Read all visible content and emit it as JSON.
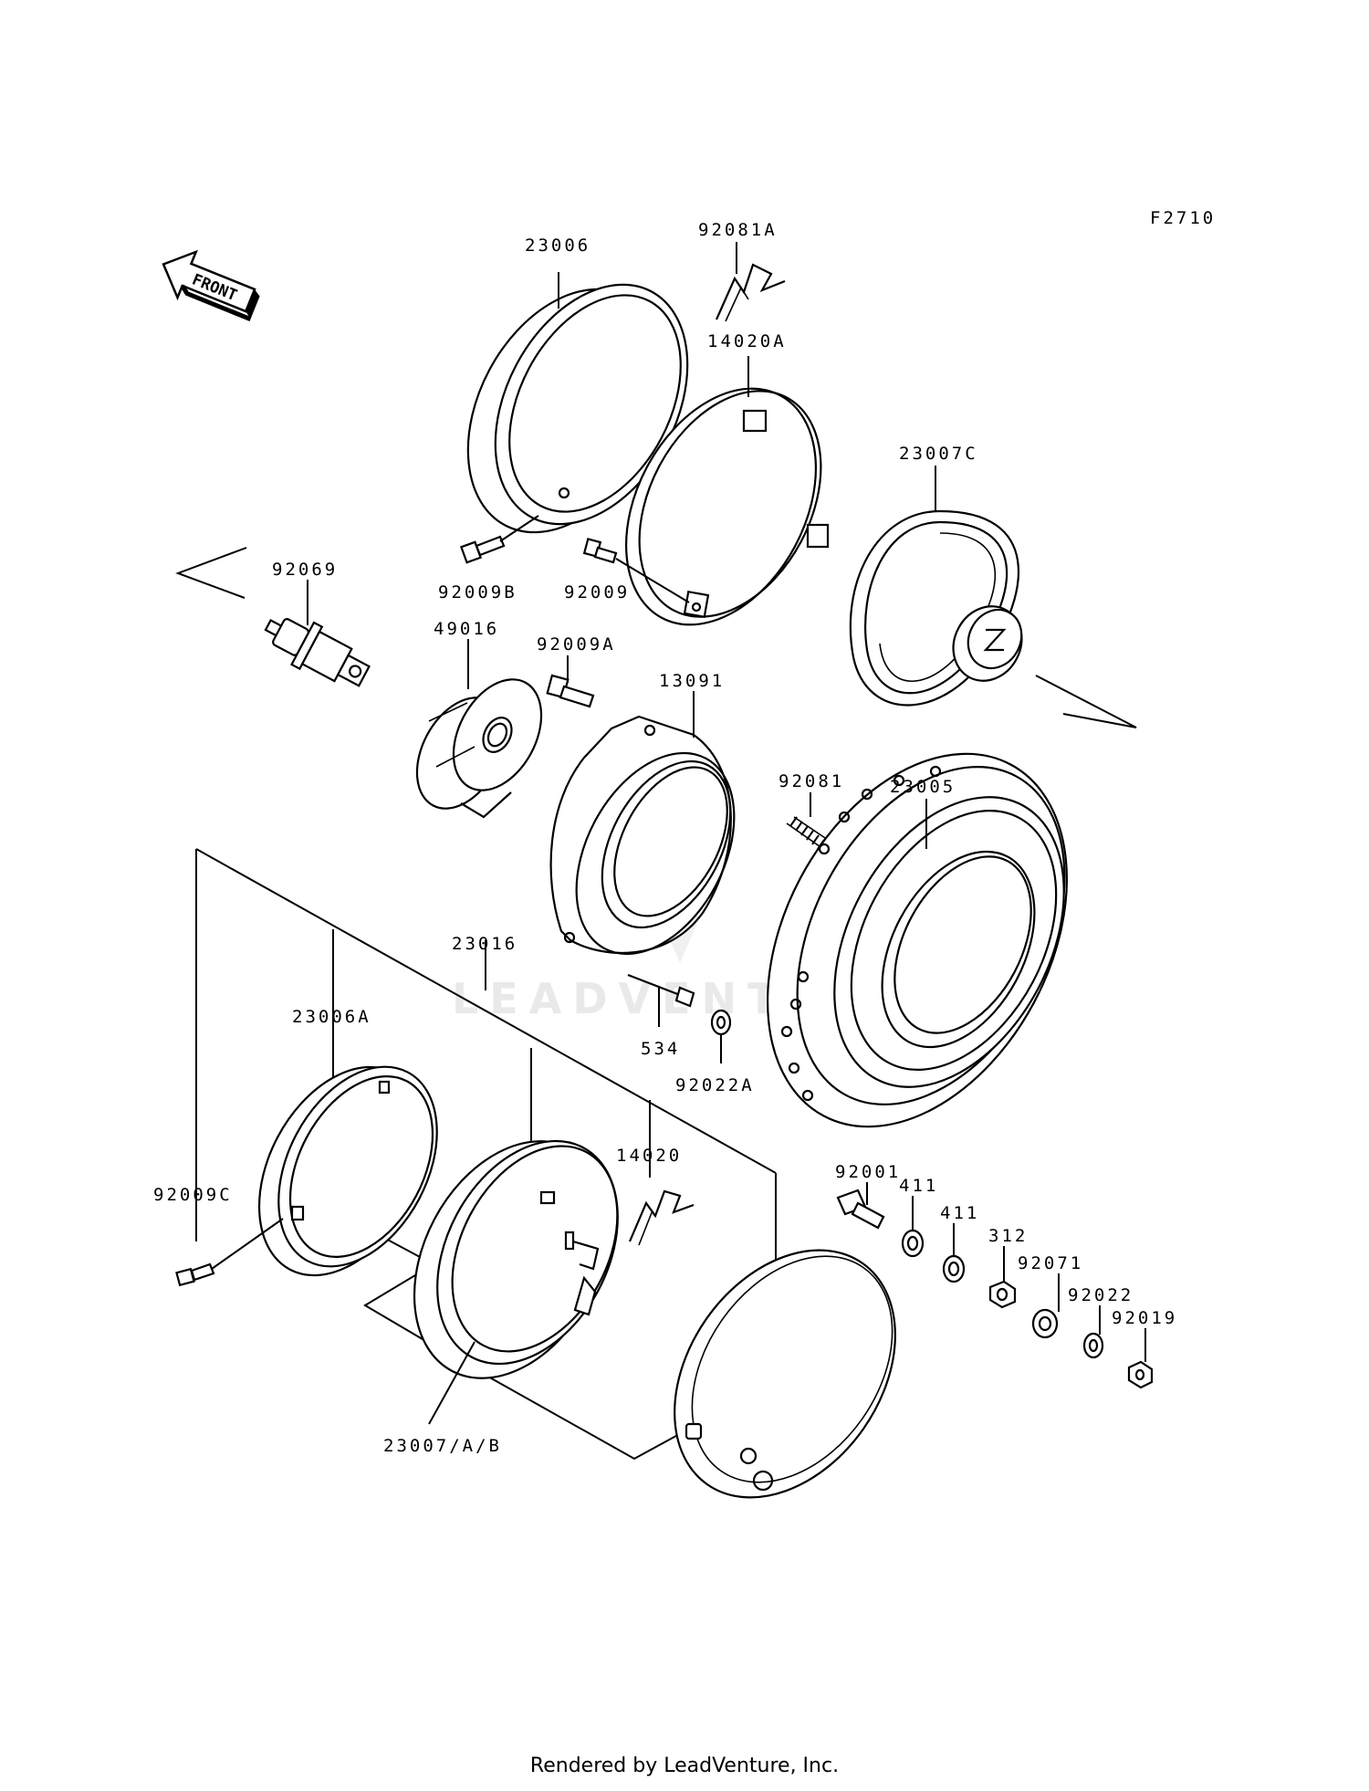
{
  "figure_code": "F2710",
  "front_marker": "FRONT",
  "watermark": "LEADVENTURE",
  "footer": "Rendered by LeadVenture, Inc.",
  "parts": {
    "p23006": "23006",
    "p92081A": "92081A",
    "p14020A": "14020A",
    "p23007C": "23007C",
    "p92069": "92069",
    "p92009B": "92009B",
    "p92009": "92009",
    "p49016": "49016",
    "p92009A": "92009A",
    "p13091": "13091",
    "p92081": "92081",
    "p23005": "23005",
    "p23016": "23016",
    "p23006A": "23006A",
    "p534": "534",
    "p92022A": "92022A",
    "p14020": "14020",
    "p92001": "92001",
    "p411a": "411",
    "p411b": "411",
    "p312": "312",
    "p92071": "92071",
    "p92022": "92022",
    "p92019": "92019",
    "p92009C": "92009C",
    "p23007AB": "23007/A/B"
  }
}
